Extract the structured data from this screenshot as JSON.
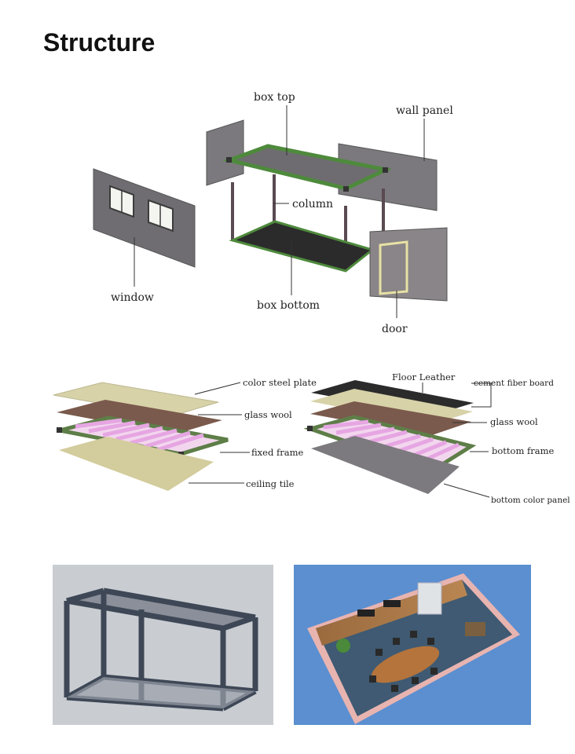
{
  "title": "Structure",
  "exploded_view": {
    "labels": {
      "box_top": "box top",
      "wall_panel": "wall panel",
      "column": "column",
      "window": "window",
      "box_bottom": "box bottom",
      "door": "door"
    }
  },
  "roof_layers": {
    "labels": {
      "color_steel_plate": "color steel plate",
      "glass_wool": "glass wool",
      "fixed_frame": "fixed frame",
      "ceiling_tile": "ceiling tile"
    }
  },
  "floor_layers": {
    "labels": {
      "floor_leather": "Floor Leather",
      "cement_fiber_board": "cement fiber board",
      "glass_wool": "glass wool",
      "bottom_frame": "bottom frame",
      "bottom_color_panel": "bottom color panel"
    }
  },
  "colors": {
    "panel": "#7d7b7f",
    "frame_green": "#4e8a3c",
    "floor_dark": "#2b2b2b",
    "steel_plate": "#d6d0a6",
    "glass_wool_brown": "#7a5a4c",
    "joist_pink": "#e8b6e6",
    "photo_bg_left": "#c9cdd1",
    "photo_bg_right": "#5b8fd0"
  }
}
